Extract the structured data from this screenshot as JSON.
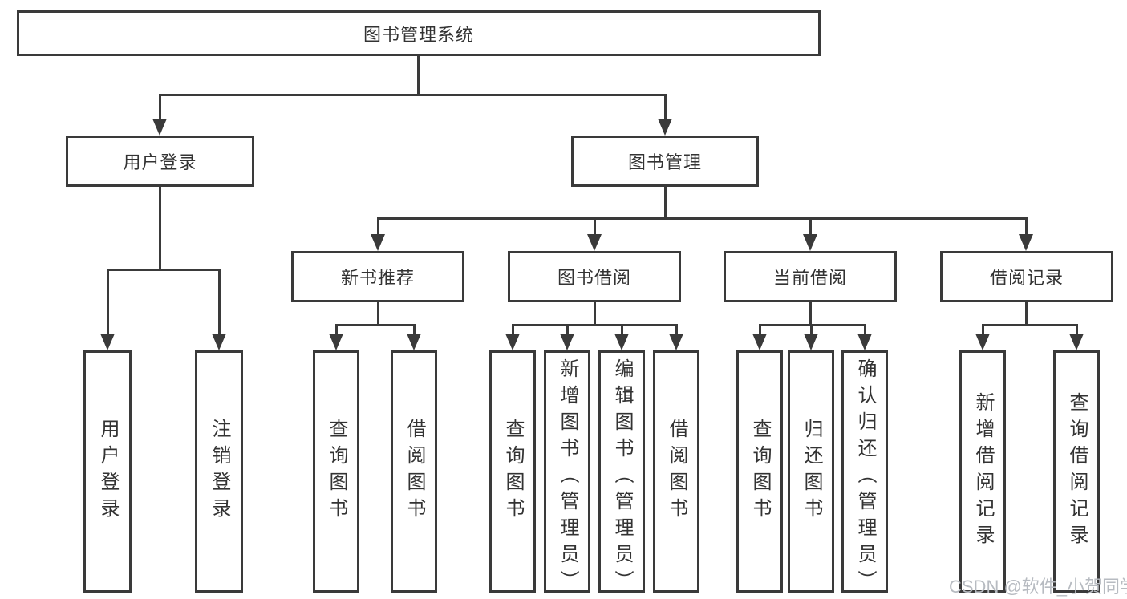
{
  "diagram": {
    "root": {
      "label": "图书管理系统"
    },
    "branches": {
      "user_login": {
        "label": "用户登录"
      },
      "book_management": {
        "label": "图书管理"
      }
    },
    "sections": {
      "new_book_recommend": {
        "label": "新书推荐"
      },
      "book_borrowing": {
        "label": "图书借阅"
      },
      "current_borrowing": {
        "label": "当前借阅"
      },
      "borrowing_records": {
        "label": "借阅记录"
      }
    },
    "leaves": {
      "user_login": "用户登录",
      "logout": "注销登录",
      "nbr_query": "查询图书",
      "nbr_borrow": "借阅图书",
      "bb_query": "查询图书",
      "bb_add_admin": "新增图书（管理员）",
      "bb_edit_admin": "编辑图书（管理员）",
      "bb_borrow": "借阅图书",
      "cb_query": "查询图书",
      "cb_return": "归还图书",
      "cb_confirm_admin": "确认归还（管理员）",
      "br_add_record": "新增借阅记录",
      "br_query_record": "查询借阅记录"
    },
    "colors": {
      "line": "#3a3a3a",
      "text": "#333333",
      "watermark": "#b7bbc1"
    }
  },
  "watermark": {
    "text": "CSDN @软件_小贺同学"
  }
}
